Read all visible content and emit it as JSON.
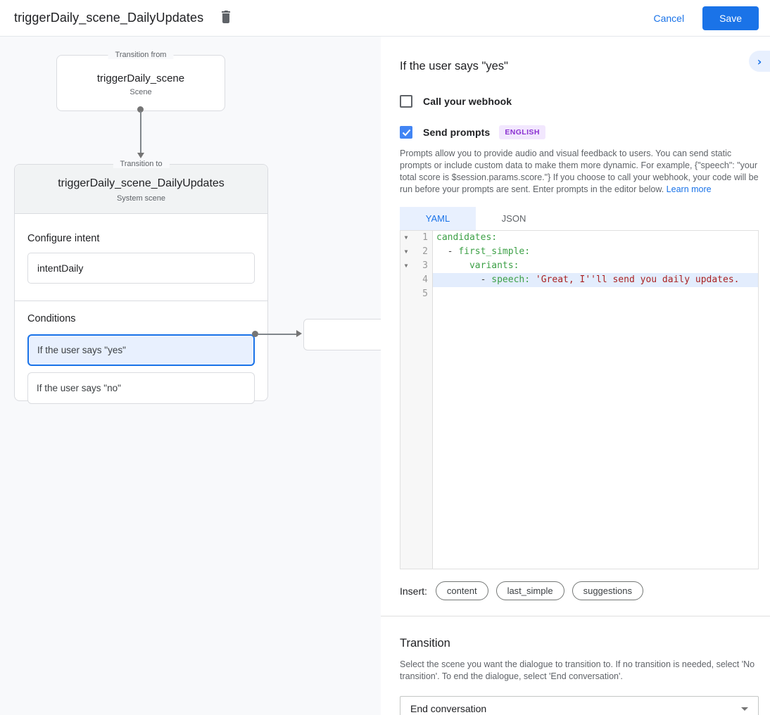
{
  "header": {
    "title": "triggerDaily_scene_DailyUpdates",
    "cancel_label": "Cancel",
    "save_label": "Save"
  },
  "diagram": {
    "from_box": {
      "legend": "Transition from",
      "title": "triggerDaily_scene",
      "subtitle": "Scene"
    },
    "to_box": {
      "legend": "Transition to",
      "title": "triggerDaily_scene_DailyUpdates",
      "subtitle": "System scene",
      "configure_intent_label": "Configure intent",
      "intent_value": "intentDaily",
      "conditions_label": "Conditions",
      "conditions": [
        {
          "label": "If the user says \"yes\"",
          "selected": true
        },
        {
          "label": "If the user says \"no\"",
          "selected": false
        }
      ]
    }
  },
  "panel": {
    "heading": "If the user says \"yes\"",
    "collapse_icon": "chevron-right",
    "webhook_label": "Call your webhook",
    "webhook_checked": false,
    "send_prompts_label": "Send prompts",
    "send_prompts_checked": true,
    "language_badge": "ENGLISH",
    "description": "Prompts allow you to provide audio and visual feedback to users. You can send static prompts or include custom data to make them more dynamic. For example, {\"speech\": \"your total score is $session.params.score.\"} If you choose to call your webhook, your code will be run before your prompts are sent. Enter prompts in the editor below. ",
    "learn_more": "Learn more",
    "tabs": [
      {
        "label": "YAML",
        "active": true
      },
      {
        "label": "JSON",
        "active": false
      }
    ],
    "editor": {
      "lines": [
        {
          "num": "1",
          "fold": true,
          "highlight": false,
          "segments": [
            {
              "t": "candidates:",
              "c": "key"
            }
          ]
        },
        {
          "num": "2",
          "fold": true,
          "highlight": false,
          "segments": [
            {
              "t": "  - ",
              "c": "plain"
            },
            {
              "t": "first_simple:",
              "c": "key"
            }
          ]
        },
        {
          "num": "3",
          "fold": true,
          "highlight": false,
          "segments": [
            {
              "t": "      ",
              "c": "plain"
            },
            {
              "t": "variants:",
              "c": "key"
            }
          ]
        },
        {
          "num": "4",
          "fold": false,
          "highlight": true,
          "segments": [
            {
              "t": "        - ",
              "c": "plain"
            },
            {
              "t": "speech: ",
              "c": "key"
            },
            {
              "t": "'Great, I''ll send you daily updates.",
              "c": "string"
            }
          ]
        },
        {
          "num": "5",
          "fold": false,
          "highlight": false,
          "segments": []
        }
      ]
    },
    "insert_label": "Insert:",
    "insert_buttons": [
      "content",
      "last_simple",
      "suggestions"
    ],
    "transition": {
      "heading": "Transition",
      "description": "Select the scene you want the dialogue to transition to. If no transition is needed, select 'No transition'. To end the dialogue, select 'End conversation'.",
      "dropdown_value": "End conversation"
    }
  },
  "colors": {
    "accent_blue": "#1a73e8",
    "checkbox_blue": "#4285f4",
    "selected_bg": "#e8f0fe",
    "code_key_green": "#3ca046",
    "code_string_red": "#aa2222",
    "badge_purple": "#8a30d1"
  }
}
